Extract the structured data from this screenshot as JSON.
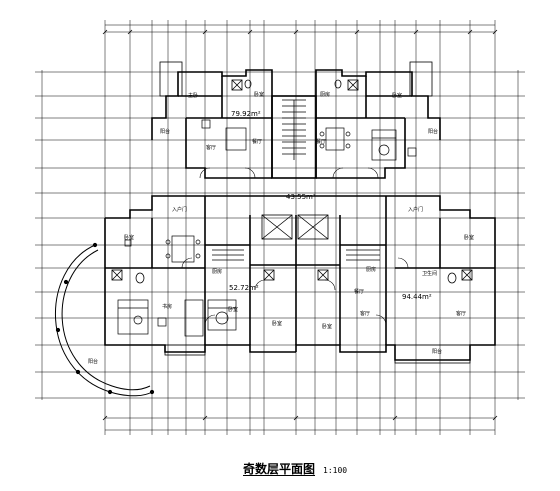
{
  "drawing": {
    "title": "奇数层平面图",
    "scale": "1:100"
  },
  "areas": {
    "top_left": "79.92m²",
    "center": "43.55m²",
    "lower_mid": "52.72m²",
    "right": "94.44m²"
  },
  "rooms": {
    "bedroom": "卧室",
    "kitchen": "厨房",
    "living": "客厅",
    "dining": "餐厅",
    "bath": "卫生间",
    "entry": "入户门",
    "balcony": "阳台",
    "master": "主卧",
    "study": "书房"
  }
}
